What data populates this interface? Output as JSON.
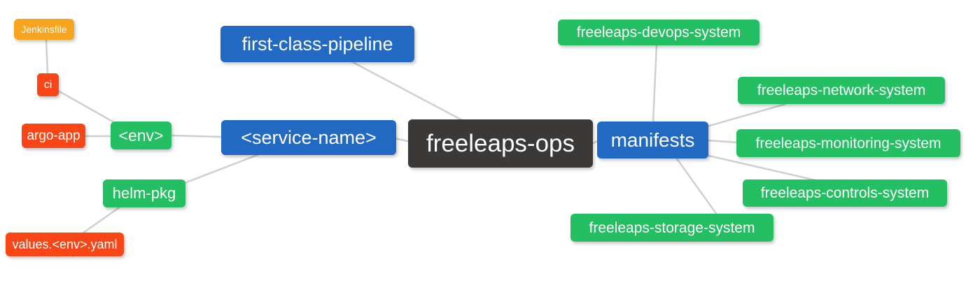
{
  "diagram": {
    "type": "mindmap",
    "root_label": "freeleaps-ops",
    "nodes": [
      {
        "id": "jenkinsfile",
        "label": "Jenkinsfile",
        "color": "orange"
      },
      {
        "id": "ci",
        "label": "ci",
        "color": "red"
      },
      {
        "id": "argo-app",
        "label": "argo-app",
        "color": "red"
      },
      {
        "id": "env",
        "label": "<env>",
        "color": "green"
      },
      {
        "id": "first-class-pipeline",
        "label": "first-class-pipeline",
        "color": "blue"
      },
      {
        "id": "service-name",
        "label": "<service-name>",
        "color": "blue"
      },
      {
        "id": "freeleaps-ops",
        "label": "freeleaps-ops",
        "color": "dark"
      },
      {
        "id": "manifests",
        "label": "manifests",
        "color": "blue"
      },
      {
        "id": "helm-pkg",
        "label": "helm-pkg",
        "color": "green"
      },
      {
        "id": "values-env-yaml",
        "label": "values.<env>.yaml",
        "color": "red"
      },
      {
        "id": "freeleaps-devops-system",
        "label": "freeleaps-devops-system",
        "color": "green"
      },
      {
        "id": "freeleaps-network-system",
        "label": "freeleaps-network-system",
        "color": "green"
      },
      {
        "id": "freeleaps-monitoring-system",
        "label": "freeleaps-monitoring-system",
        "color": "green"
      },
      {
        "id": "freeleaps-controls-system",
        "label": "freeleaps-controls-system",
        "color": "green"
      },
      {
        "id": "freeleaps-storage-system",
        "label": "freeleaps-storage-system",
        "color": "green"
      }
    ],
    "edges": [
      {
        "from": "jenkinsfile",
        "to": "ci"
      },
      {
        "from": "ci",
        "to": "env"
      },
      {
        "from": "argo-app",
        "to": "env"
      },
      {
        "from": "env",
        "to": "service-name"
      },
      {
        "from": "helm-pkg",
        "to": "service-name"
      },
      {
        "from": "values-env-yaml",
        "to": "helm-pkg"
      },
      {
        "from": "service-name",
        "to": "freeleaps-ops"
      },
      {
        "from": "first-class-pipeline",
        "to": "freeleaps-ops"
      },
      {
        "from": "freeleaps-ops",
        "to": "manifests"
      },
      {
        "from": "manifests",
        "to": "freeleaps-devops-system"
      },
      {
        "from": "manifests",
        "to": "freeleaps-network-system"
      },
      {
        "from": "manifests",
        "to": "freeleaps-monitoring-system"
      },
      {
        "from": "manifests",
        "to": "freeleaps-controls-system"
      },
      {
        "from": "manifests",
        "to": "freeleaps-storage-system"
      }
    ]
  },
  "palette": {
    "orange": "#F7A41E",
    "red": "#FA4616",
    "green": "#23BF62",
    "blue": "#2269C3",
    "dark": "#3B3838",
    "edge": "#CFCFCF",
    "text": "#FFFFFF",
    "background": "#FFFFFF"
  }
}
